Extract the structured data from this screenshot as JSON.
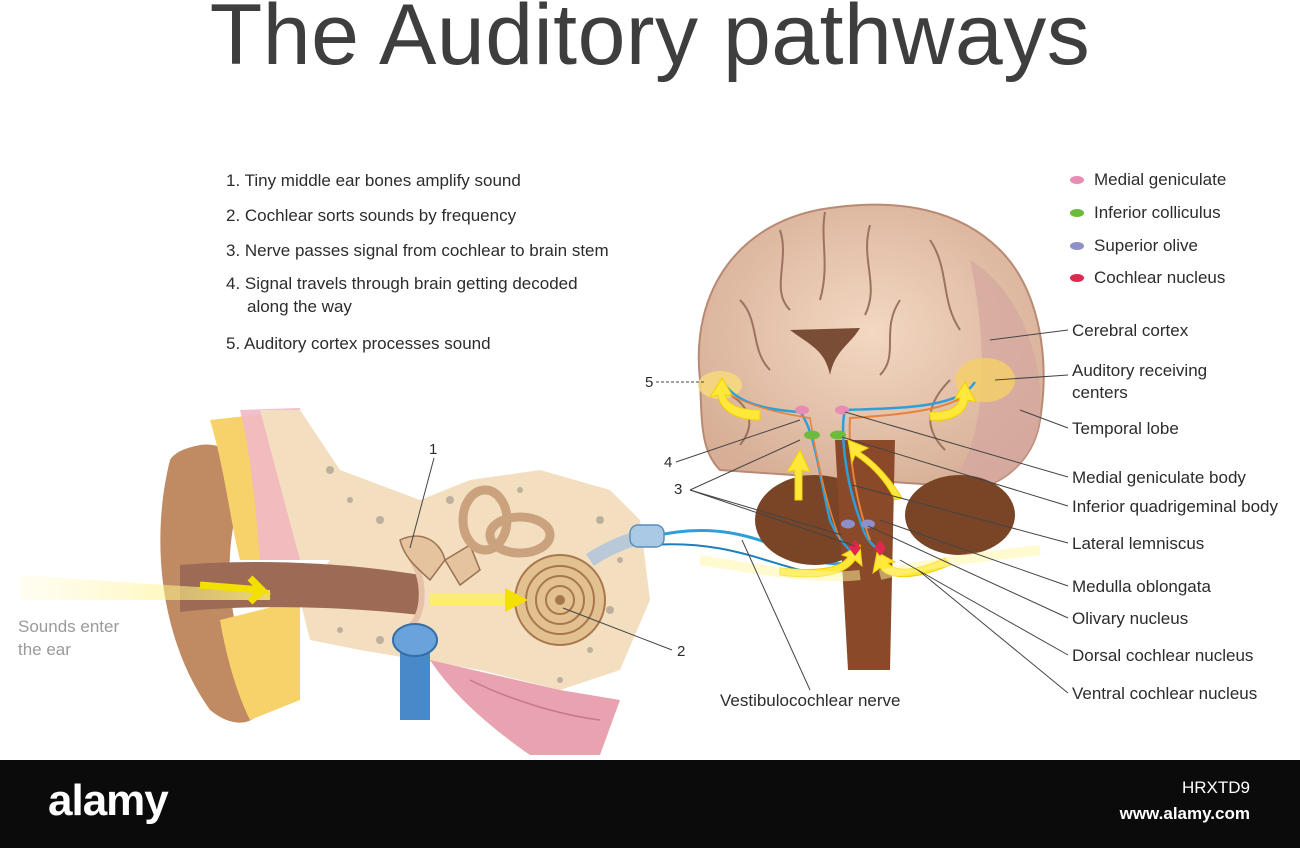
{
  "title": "The Auditory pathways",
  "steps": [
    "1. Tiny middle ear bones amplify sound",
    "2. Cochlear sorts sounds by frequency",
    "3. Nerve passes signal from cochlear to brain stem",
    "4. Signal travels through brain getting decoded",
    "along the way",
    "5. Auditory cortex processes sound"
  ],
  "legend": [
    {
      "label": "Medial geniculate",
      "color": "#e88bb5"
    },
    {
      "label": "Inferior colliculus",
      "color": "#6cbb3c"
    },
    {
      "label": "Superior olive",
      "color": "#8f8fc9"
    },
    {
      "label": "Cochlear nucleus",
      "color": "#e0284f"
    }
  ],
  "labels": {
    "cerebral_cortex": "Cerebral cortex",
    "auditory_receiving_1": "Auditory receiving",
    "auditory_receiving_2": "centers",
    "temporal_lobe": "Temporal lobe",
    "medial_geniculate_body": "Medial geniculate body",
    "inferior_quadrigeminal_body": "Inferior quadrigeminal body",
    "lateral_lemniscus": "Lateral lemniscus",
    "medulla_oblongata": "Medulla oblongata",
    "olivary_nucleus": "Olivary nucleus",
    "dorsal_cochlear_nucleus": "Dorsal cochlear nucleus",
    "ventral_cochlear_nucleus": "Ventral cochlear nucleus",
    "vestibulocochlear_nerve": "Vestibulocochlear nerve",
    "sounds_enter_1": "Sounds enter",
    "sounds_enter_2": "the ear"
  },
  "numbers": {
    "n1": "1",
    "n2": "2",
    "n3": "3",
    "n4": "4",
    "n5": "5"
  },
  "footer": {
    "logo": "alamy",
    "image_id": "HRXTD9",
    "site": "www.alamy.com"
  }
}
